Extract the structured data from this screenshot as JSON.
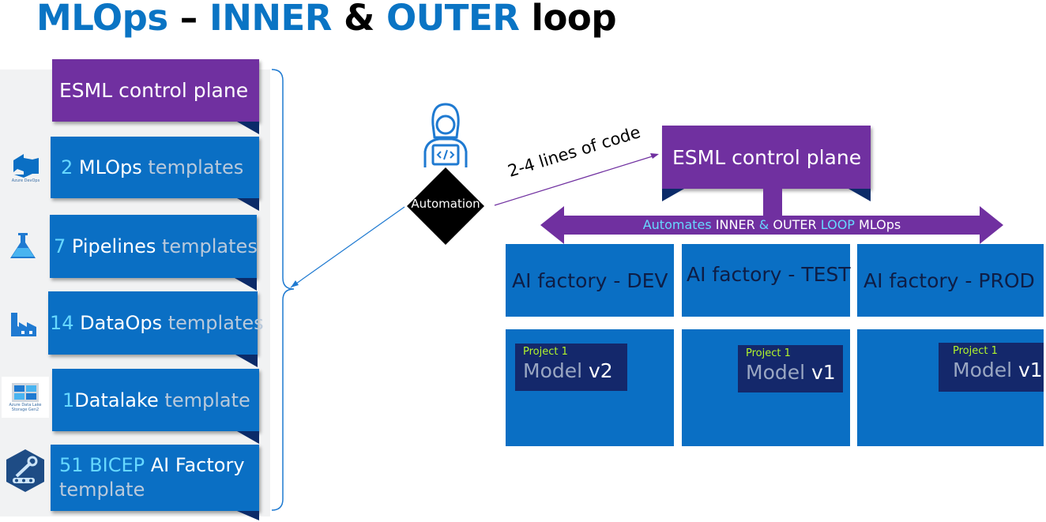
{
  "title": {
    "part1": "MLOps",
    "sep1": " – ",
    "part2": "INNER",
    "sep2": " & ",
    "part3": "OUTER",
    "part4": " loop"
  },
  "left_panel": {
    "control_plane": "ESML control plane",
    "templates": [
      {
        "count": "2 ",
        "name": "MLOps",
        "suffix": " templates",
        "icon": "azure-devops-icon",
        "icon_caption": "Azure DevOps"
      },
      {
        "count": "7 ",
        "name": "Pipelines",
        "suffix": " templates",
        "icon": "azure-ml-flask-icon"
      },
      {
        "count": "14 ",
        "name": "DataOps",
        "suffix": " templates",
        "icon": "data-factory-icon"
      },
      {
        "count": "1",
        "name": "Datalake",
        "suffix": " template",
        "icon": "data-lake-storage-icon",
        "icon_caption": "Azure Data Lake Storage Gen2"
      },
      {
        "count": "51 BICEP",
        "name": " AI Factory",
        "suffix": "template",
        "icon": "ai-factory-robot-arm-icon"
      }
    ]
  },
  "automation": {
    "label": "Automation",
    "icon": "developer-person-icon",
    "arrow_label": "2-4 lines of code"
  },
  "right_panel": {
    "control_plane": "ESML control plane",
    "arrow_text": {
      "a": "Automates",
      "b": " INNER ",
      "c": "&",
      "d": " OUTER ",
      "e": "LOOP",
      "f": " MLOps"
    },
    "factories": [
      "AI factory - DEV",
      "AI factory - TEST",
      "AI factory - PROD"
    ],
    "models": [
      {
        "project": "Project 1",
        "model": "Model",
        "version": " v2"
      },
      {
        "project": "Project 1",
        "model": "Model",
        "version": " v1"
      },
      {
        "project": "Project 1",
        "model": "Model",
        "version": " v1"
      }
    ]
  },
  "colors": {
    "blue": "#0a6fc4",
    "purple": "#7030a0",
    "navy": "#14286b",
    "title_blue": "#0a74c4",
    "cyan": "#67d8ff",
    "lime": "#b2f52b"
  }
}
